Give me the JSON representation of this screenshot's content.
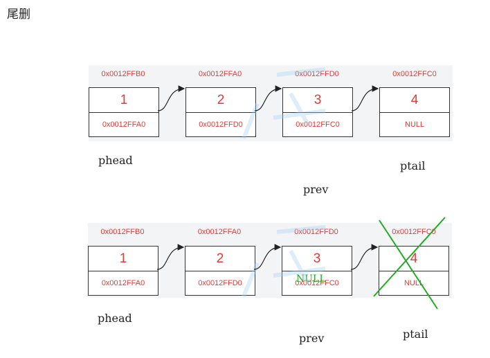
{
  "title": "尾删",
  "diagrams": [
    {
      "nodes": [
        {
          "address": "0x0012FFB0",
          "value": "1",
          "next": "0x0012FFA0"
        },
        {
          "address": "0x0012FFA0",
          "value": "2",
          "next": "0x0012FFD0"
        },
        {
          "address": "0x0012FFD0",
          "value": "3",
          "next": "0x0012FFC0"
        },
        {
          "address": "0x0012FFC0",
          "value": "4",
          "next": "NULL"
        }
      ],
      "pointers": {
        "phead": "phead",
        "prev": "prev",
        "ptail": "ptail"
      }
    },
    {
      "nodes": [
        {
          "address": "0x0012FFB0",
          "value": "1",
          "next": "0x0012FFA0"
        },
        {
          "address": "0x0012FFA0",
          "value": "2",
          "next": "0x0012FFD0"
        },
        {
          "address": "0x0012FFD0",
          "value": "3",
          "next": "0x0012FFC0"
        },
        {
          "address": "0x0012FFC0",
          "value": "4",
          "next": "NULL"
        }
      ],
      "pointers": {
        "phead": "phead",
        "prev": "prev",
        "ptail": "ptail"
      },
      "annotation": "NULL"
    }
  ],
  "colors": {
    "address": "#e53935",
    "annotation": "#22aa22",
    "cross": "#22aa22"
  }
}
